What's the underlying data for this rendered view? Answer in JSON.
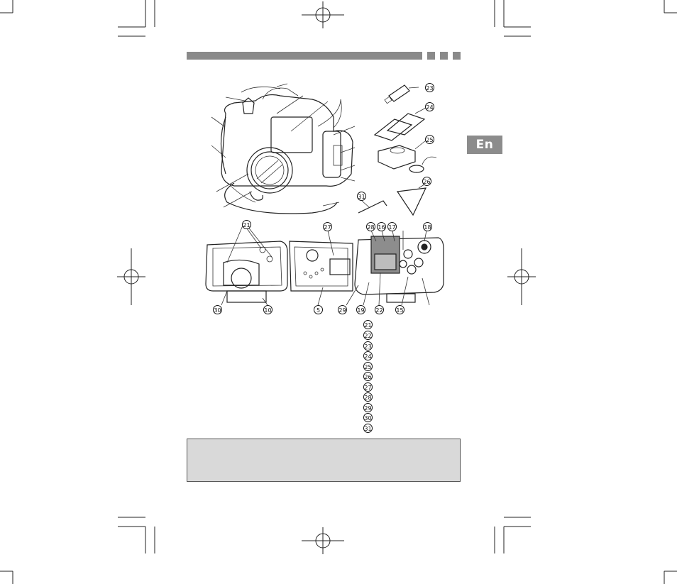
{
  "language_tab": "En",
  "callouts": {
    "c21": "21",
    "c27": "27",
    "c28": "28",
    "c16": "16",
    "c17": "17",
    "c18": "18",
    "c30": "30",
    "c10": "10",
    "c5": "5",
    "c29": "29",
    "c19": "19",
    "c22": "22",
    "c15": "15",
    "c23": "23",
    "c24": "24",
    "c25": "25",
    "c26": "26",
    "c31": "31"
  },
  "legend": [
    "21",
    "22",
    "23",
    "24",
    "25",
    "26",
    "27",
    "28",
    "29",
    "30",
    "31"
  ],
  "colors": {
    "header_bar": "#8a8a8a",
    "language_tab": "#8c8c8c",
    "note_box": "#d9d9d9"
  }
}
